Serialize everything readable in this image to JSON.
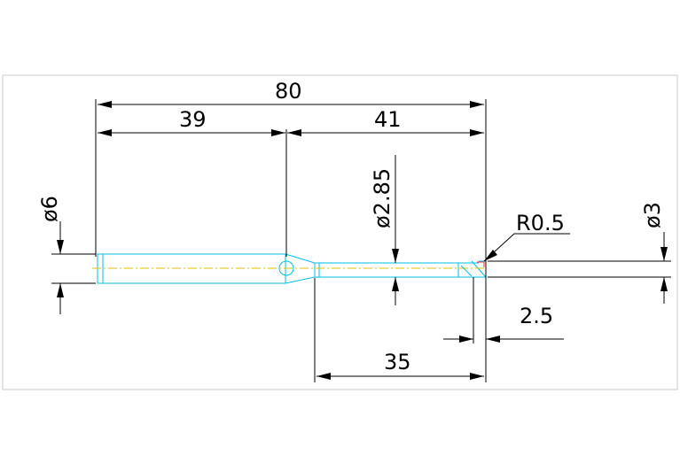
{
  "drawing": {
    "dimensions": {
      "overall_length": "80",
      "shank_length": "39",
      "neck_length": "41",
      "neck_diameter": "ø2.85",
      "radius": "R0.5",
      "shank_diameter": "ø6",
      "tip_diameter": "ø3",
      "tip_length": "2.5",
      "reach_length": "35"
    },
    "colors": {
      "part_outline": "#00bfe6",
      "center_line": "#e0c000",
      "tip_detail": "#ff3030",
      "dimension": "#000000",
      "frame": "#c9c9c9"
    }
  }
}
